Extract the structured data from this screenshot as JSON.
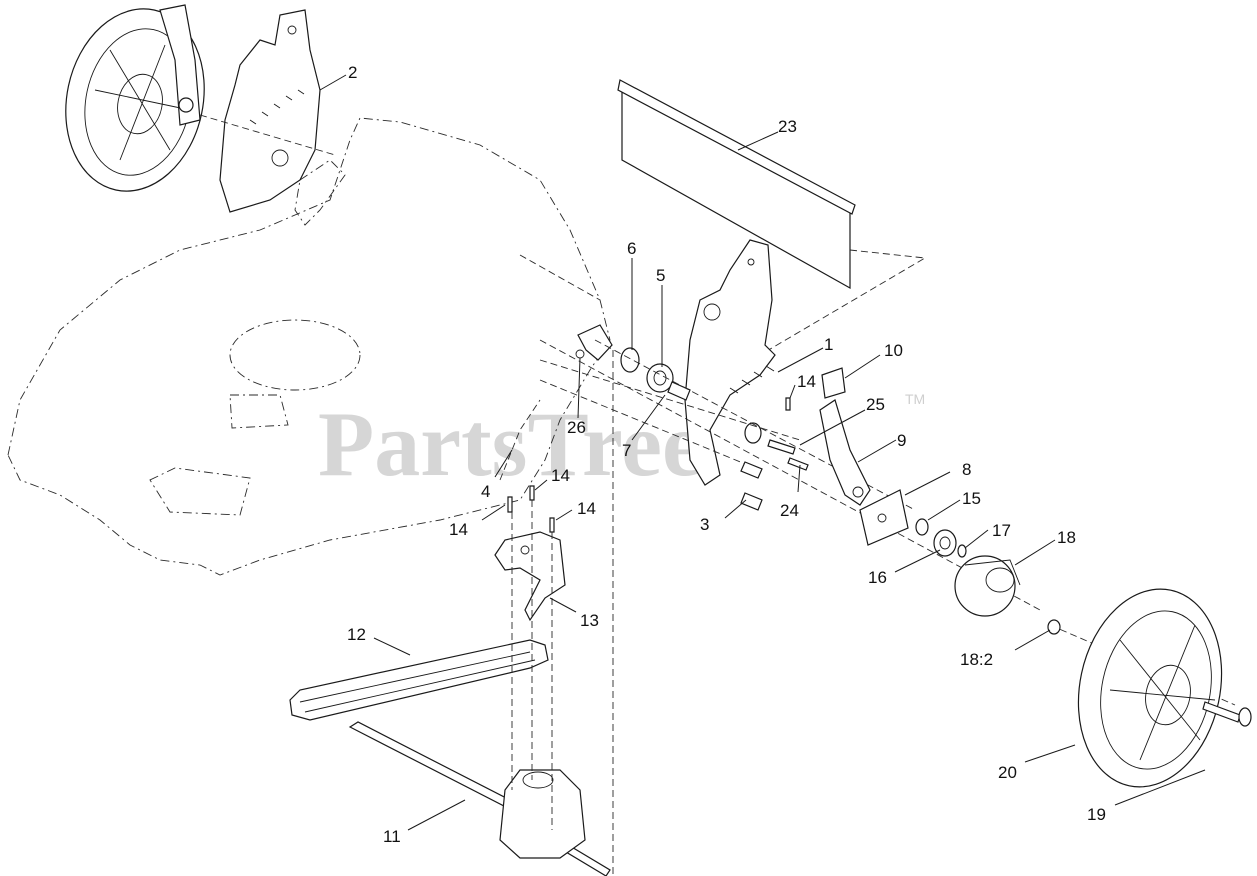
{
  "watermark": {
    "text": "PartsTree",
    "trademark": "TM"
  },
  "callouts": [
    {
      "id": "c1",
      "label": "1"
    },
    {
      "id": "c2",
      "label": "2"
    },
    {
      "id": "c3",
      "label": "3"
    },
    {
      "id": "c4",
      "label": "4"
    },
    {
      "id": "c5",
      "label": "5"
    },
    {
      "id": "c6",
      "label": "6"
    },
    {
      "id": "c7",
      "label": "7"
    },
    {
      "id": "c8",
      "label": "8"
    },
    {
      "id": "c9",
      "label": "9"
    },
    {
      "id": "c10",
      "label": "10"
    },
    {
      "id": "c11",
      "label": "11"
    },
    {
      "id": "c12",
      "label": "12"
    },
    {
      "id": "c13",
      "label": "13"
    },
    {
      "id": "c14a",
      "label": "14"
    },
    {
      "id": "c14b",
      "label": "14"
    },
    {
      "id": "c14c",
      "label": "14"
    },
    {
      "id": "c14d",
      "label": "14"
    },
    {
      "id": "c15",
      "label": "15"
    },
    {
      "id": "c16",
      "label": "16"
    },
    {
      "id": "c17",
      "label": "17"
    },
    {
      "id": "c18",
      "label": "18"
    },
    {
      "id": "c18b",
      "label": "18:2"
    },
    {
      "id": "c19",
      "label": "19"
    },
    {
      "id": "c20",
      "label": "20"
    },
    {
      "id": "c23",
      "label": "23"
    },
    {
      "id": "c24",
      "label": "24"
    },
    {
      "id": "c25",
      "label": "25"
    },
    {
      "id": "c26",
      "label": "26"
    }
  ]
}
